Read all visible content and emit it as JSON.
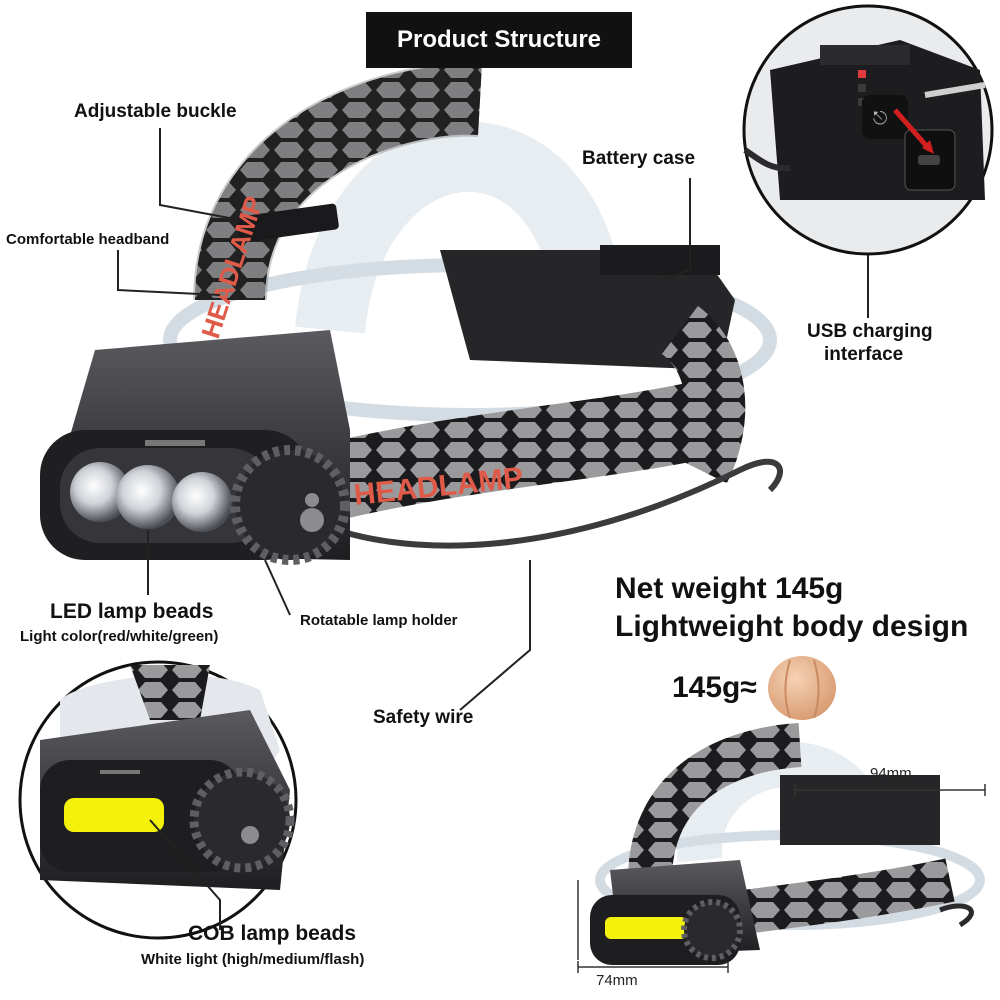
{
  "title": "Product Structure",
  "labels": {
    "adjustable_buckle": "Adjustable buckle",
    "comfortable_headband": "Comfortable headband",
    "battery_case": "Battery case",
    "usb_line1": "USB charging",
    "usb_line2": "interface",
    "led_title": "LED lamp beads",
    "led_sub": "Light color(red/white/green)",
    "rotatable_holder": "Rotatable lamp holder",
    "safety_wire": "Safety wire",
    "cob_title": "COB lamp beads",
    "cob_sub": "White light (high/medium/flash)"
  },
  "weight": {
    "line1": "Net weight 145g",
    "line2": "Lightweight body design",
    "compare": "145g≈"
  },
  "strap_print": "HEADLAMP",
  "dimensions": {
    "width": "94mm",
    "height": "74mm"
  },
  "colors": {
    "strap_red": "#e05a4a",
    "cob_yellow": "#f4f20a",
    "body_dark": "#2a2a2d"
  }
}
